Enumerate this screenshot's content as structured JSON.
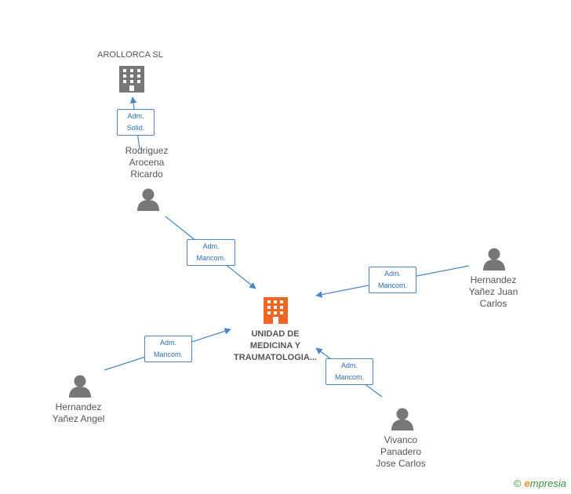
{
  "colors": {
    "line": "#4a86c8",
    "person_icon": "#777777",
    "company_icon": "#777777",
    "center_icon": "#f26522"
  },
  "companies": {
    "arollorca": {
      "name": "AROLLORCA SL",
      "icon": "building-icon"
    },
    "center": {
      "name_line1": "UNIDAD DE",
      "name_line2": "MEDICINA Y",
      "name_line3": "TRAUMATOLOGIA...",
      "icon": "building-icon"
    }
  },
  "people": {
    "rodriguez": {
      "line1": "Rodriguez",
      "line2": "Arocena",
      "line3": "Ricardo",
      "icon": "person-icon"
    },
    "hernandez_juan": {
      "line1": "Hernandez",
      "line2": "Yañez Juan",
      "line3": "Carlos",
      "icon": "person-icon"
    },
    "hernandez_angel": {
      "line1": "Hernandez",
      "line2": "Yañez Angel",
      "icon": "person-icon"
    },
    "vivanco": {
      "line1": "Vivanco",
      "line2": "Panadero",
      "line3": "Jose Carlos",
      "icon": "person-icon"
    }
  },
  "relations": {
    "rodriguez_arollorca": {
      "line1": "Adm.",
      "line2": "Solid."
    },
    "rodriguez_center": {
      "line1": "Adm.",
      "line2": "Mancom."
    },
    "juan_center": {
      "line1": "Adm.",
      "line2": "Mancom."
    },
    "angel_center": {
      "line1": "Adm.",
      "line2": "Mancom."
    },
    "vivanco_center": {
      "line1": "Adm.",
      "line2": "Mancom."
    }
  },
  "brand": {
    "copyright": "©",
    "first_letter": "e",
    "rest": "mpresia"
  }
}
